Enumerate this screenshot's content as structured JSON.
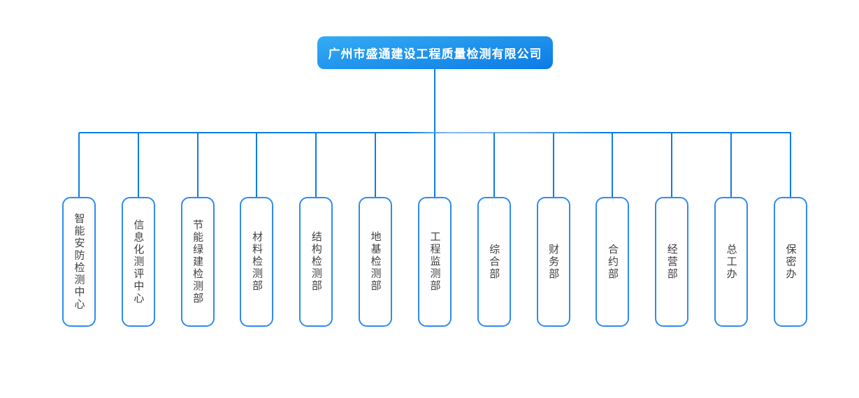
{
  "org_chart": {
    "root": {
      "label": "广州市盛通建设工程质量检测有限公司"
    },
    "departments": [
      {
        "label": "智能安防检测中心"
      },
      {
        "label": "信息化测评中心"
      },
      {
        "label": "节能绿建检测部"
      },
      {
        "label": "材料检测部"
      },
      {
        "label": "结构检测部"
      },
      {
        "label": "地基检测部"
      },
      {
        "label": "工程监测部"
      },
      {
        "label": "综合部"
      },
      {
        "label": "财务部"
      },
      {
        "label": "合约部"
      },
      {
        "label": "经营部"
      },
      {
        "label": "总工办"
      },
      {
        "label": "保密办"
      }
    ],
    "colors": {
      "background": "#FFFFFF",
      "connector": "#0E7BE6",
      "box_border": "#2F8BEE",
      "box_text": "#404040",
      "header_text": "#FFFFFF",
      "header_gradient_top": "#35ACF4",
      "header_gradient_bottom": "#0B7BE5"
    }
  }
}
